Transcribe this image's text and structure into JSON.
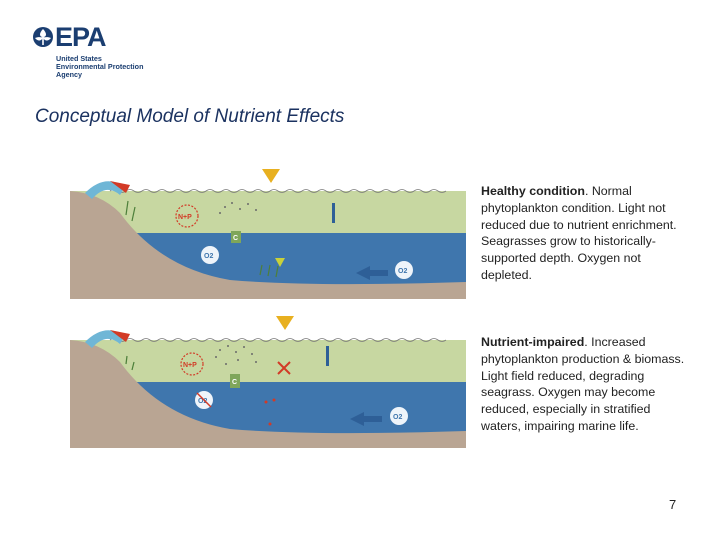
{
  "logo": {
    "wordmark": "EPA",
    "line1": "United States",
    "line2": "Environmental Protection",
    "line3": "Agency"
  },
  "title": "Conceptual Model of Nutrient Effects",
  "panels": {
    "healthy": {
      "labels": {
        "nutrients": "N+P",
        "oxygen_left": "O2",
        "oxygen_right": "O2",
        "chlorophyll": "C"
      }
    },
    "impaired": {
      "labels": {
        "nutrients": "N+P",
        "oxygen_left": "O2",
        "oxygen_right": "O2",
        "chlorophyll": "C"
      }
    }
  },
  "descriptions": {
    "healthy": {
      "heading": "Healthy condition",
      "body": ".  Normal phytoplankton condition. Light not reduced due to nutrient enrichment. Seagrasses grow to historically-supported depth. Oxygen not depleted."
    },
    "impaired": {
      "heading": "Nutrient-impaired",
      "body": ".  Increased phytoplankton production & biomass.  Light field reduced, degrading seagrass. Oxygen may become reduced, especially in stratified waters, impairing marine life."
    }
  },
  "page_number": "7",
  "colors": {
    "epa_blue": "#1b3e71",
    "title_blue": "#1b3260",
    "water_surface": "#c7d7a1",
    "water_deep": "#3f76ad",
    "sediment": "#b9a593",
    "nutrient_red": "#d23a26"
  }
}
